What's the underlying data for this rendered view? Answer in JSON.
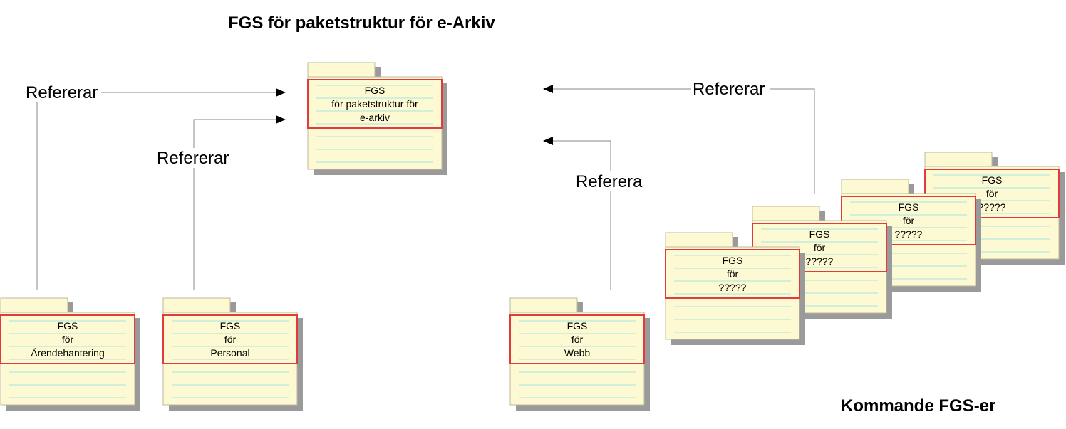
{
  "title": "FGS för paketstruktur för e-Arkiv",
  "footer": "Kommande FGS-er",
  "labels": {
    "left_top": "Refererar",
    "left_mid": "Refererar",
    "right_top": "Refererar",
    "right_mid": "Referera"
  },
  "central": {
    "line1": "FGS",
    "line2": "för paketstruktur för",
    "line3": "e-arkiv"
  },
  "arende": {
    "line1": "FGS",
    "line2": "för",
    "line3": "Ärendehantering"
  },
  "personal": {
    "line1": "FGS",
    "line2": "för",
    "line3": "Personal"
  },
  "webb": {
    "line1": "FGS",
    "line2": "för",
    "line3": "Webb"
  },
  "future": [
    {
      "line1": "FGS",
      "line2": "för",
      "line3": "?????"
    },
    {
      "line1": "FGS",
      "line2": "för",
      "line3": "?????"
    },
    {
      "line1": "FGS",
      "line2": "för",
      "line3": "?????"
    },
    {
      "line1": "FGS",
      "line2": "för",
      "line3": "?????"
    }
  ],
  "colors": {
    "folder_fill": "#fdf9d2",
    "folder_border": "#e23b3b",
    "shadow": "#9a9a9a",
    "ruling": "#a8e8e0"
  }
}
